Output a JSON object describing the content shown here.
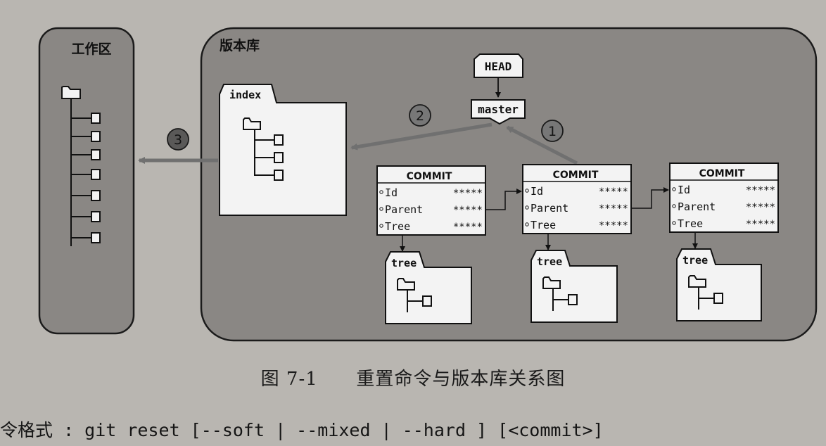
{
  "diagram": {
    "workspace_label": "工作区",
    "repo_label": "版本库",
    "index_label": "index",
    "head_label": "HEAD",
    "master_label": "master",
    "steps": [
      "1",
      "2",
      "3"
    ],
    "commits": [
      {
        "title": "COMMIT",
        "fields": [
          {
            "k": "Id",
            "v": "*****"
          },
          {
            "k": "Parent",
            "v": "*****"
          },
          {
            "k": "Tree",
            "v": "*****"
          }
        ],
        "tree_label": "tree"
      },
      {
        "title": "COMMIT",
        "fields": [
          {
            "k": "Id",
            "v": "*****"
          },
          {
            "k": "Parent",
            "v": "*****"
          },
          {
            "k": "Tree",
            "v": "*****"
          }
        ],
        "tree_label": "tree"
      },
      {
        "title": "COMMIT",
        "fields": [
          {
            "k": "Id",
            "v": "*****"
          },
          {
            "k": "Parent",
            "v": "*****"
          },
          {
            "k": "Tree",
            "v": "*****"
          }
        ],
        "tree_label": "tree"
      }
    ]
  },
  "caption": {
    "number": "图 7-1",
    "text": "重置命令与版本库关系图"
  },
  "command_line": "令格式 : git reset [--soft | --mixed | --hard ] [<commit>]"
}
